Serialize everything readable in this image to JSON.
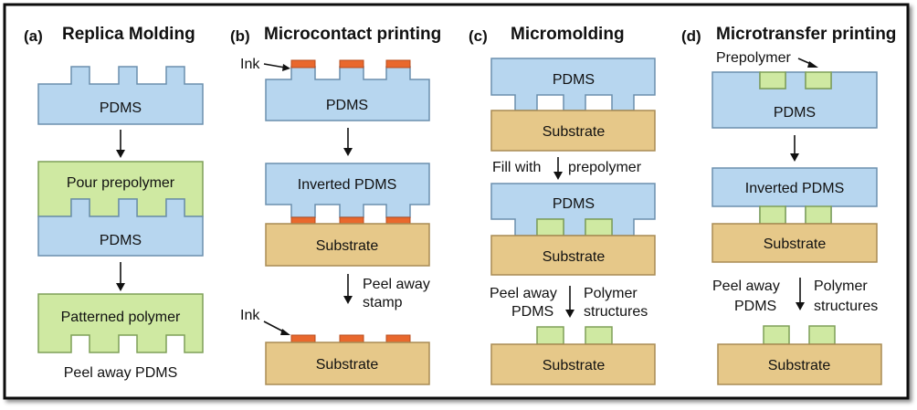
{
  "panels": {
    "a": {
      "letter": "(a)",
      "title": "Replica Molding",
      "pdms_top": "PDMS",
      "pour_prepolymer": "Pour prepolymer",
      "pdms_bottom": "PDMS",
      "patterned_polymer": "Patterned polymer",
      "peel_away": "Peel away PDMS"
    },
    "b": {
      "letter": "(b)",
      "title": "Microcontact printing",
      "ink_top": "Ink",
      "pdms": "PDMS",
      "inverted_pdms": "Inverted PDMS",
      "substrate_mid": "Substrate",
      "peel_line1": "Peel away",
      "peel_line2": "stamp",
      "ink_bottom": "Ink",
      "substrate_bottom": "Substrate"
    },
    "c": {
      "letter": "(c)",
      "title": "Micromolding",
      "pdms_top": "PDMS",
      "substrate_top": "Substrate",
      "fill_with": "Fill with",
      "prepolymer": "prepolymer",
      "pdms_mid": "PDMS",
      "substrate_mid": "Substrate",
      "peel_line1": "Peel away",
      "peel_line2": "PDMS",
      "polymer_line1": "Polymer",
      "polymer_line2": "structures",
      "substrate_bottom": "Substrate"
    },
    "d": {
      "letter": "(d)",
      "title": "Microtransfer printing",
      "prepolymer": "Prepolymer",
      "pdms": "PDMS",
      "inverted_pdms": "Inverted PDMS",
      "substrate_mid": "Substrate",
      "peel_line1": "Peel away",
      "peel_line2": "PDMS",
      "polymer_line1": "Polymer",
      "polymer_line2": "structures",
      "substrate_bottom": "Substrate"
    }
  },
  "colors": {
    "pdms": "#b7d6ef",
    "substrate": "#e6c889",
    "polymer": "#cfe9a2",
    "ink": "#e9682d",
    "frame": "#111111"
  }
}
